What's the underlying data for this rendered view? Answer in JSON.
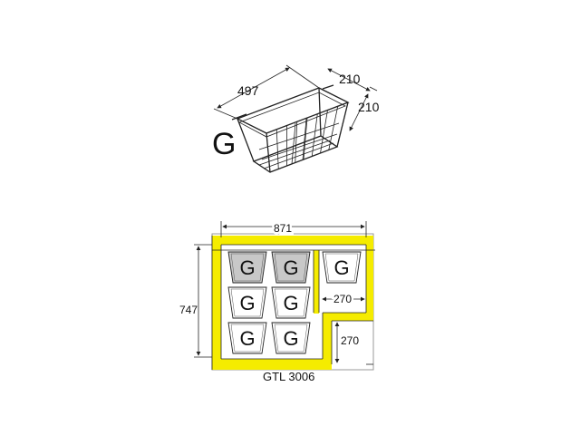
{
  "basket": {
    "label": "G",
    "dim_length": "497",
    "dim_width": "210",
    "dim_height": "210"
  },
  "freezer": {
    "dim_width": "871",
    "dim_height": "747",
    "dim_step_width": "270",
    "dim_step_height": "270",
    "model": "GTL 3006",
    "frame_color": "#f5ec00",
    "highlight_color": "#c8c8c8"
  },
  "bins": [
    {
      "label": "G",
      "highlighted": true
    },
    {
      "label": "G",
      "highlighted": true
    },
    {
      "label": "G",
      "highlighted": false
    },
    {
      "label": "G",
      "highlighted": false
    },
    {
      "label": "G",
      "highlighted": false
    },
    {
      "label": "G",
      "highlighted": false
    },
    {
      "label": "G",
      "highlighted": false
    }
  ]
}
